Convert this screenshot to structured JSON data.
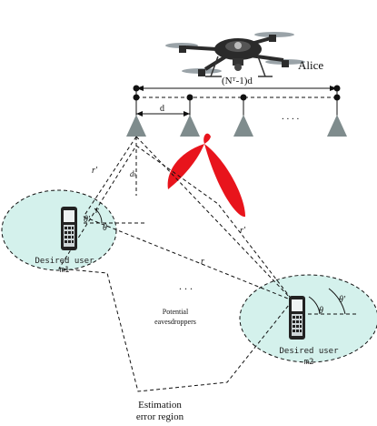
{
  "drone_label": "Alice",
  "array_span_label": "(Nᵀ-1)d",
  "spacing_label": "d",
  "ellipsis_array": ". . . .",
  "ellipsis_mid": ". . .",
  "antenna_height_label": "dₕ",
  "eve_label_line1": "Potential",
  "eve_label_line2": "eavesdroppers",
  "user1_label_line1": "Desired user",
  "user1_label_line2": "m1",
  "user2_label_line1": "Desired user",
  "user2_label_line2": "m2",
  "region_label_line1": "Estimation",
  "region_label_line2": "error region",
  "symbols": {
    "r_prime_m1": "r′",
    "r_m1": "r",
    "theta_prime_m1": "θ′",
    "delta_theta_m1": "θ",
    "r_prime_m2": "r′",
    "r_m2": "r",
    "theta_m2": "θ",
    "theta_prime_m2": "θ′"
  },
  "colors": {
    "beam": "#e8141c",
    "antenna": "#7f8c8d",
    "ellipse_fill": "#d4f1ec",
    "ink": "#111111"
  }
}
